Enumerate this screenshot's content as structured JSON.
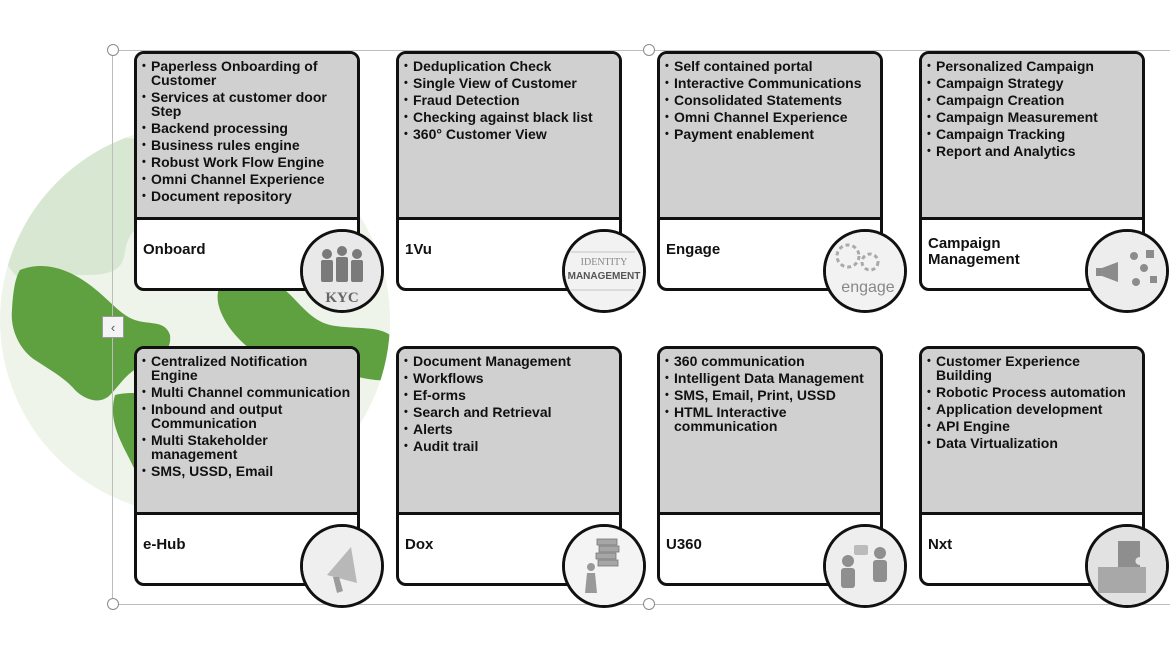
{
  "colors": {
    "card_top_fill": "#d0d0d0",
    "card_border": "#111111",
    "globe_land": "#5fa040",
    "globe_ocean": "#eef4ea"
  },
  "ui": {
    "collapse_icon": "chevron-left-icon",
    "collapse_glyph": "‹"
  },
  "cards": [
    {
      "title": "Onboard",
      "icon": "kyc-icon",
      "icon_text": "KYC",
      "features": [
        "Paperless Onboarding of Customer",
        "Services at customer door Step",
        "Backend processing",
        "Business rules engine",
        "Robust Work Flow Engine",
        "Omni Channel Experience",
        "Document repository"
      ]
    },
    {
      "title": "1Vu",
      "icon": "identity-management-icon",
      "icon_text": "IDENTITY",
      "icon_text2": "MANAGEMENT",
      "features": [
        "Deduplication Check",
        "Single View of Customer",
        "Fraud Detection",
        "Checking against black list",
        "360° Customer View"
      ]
    },
    {
      "title": "Engage",
      "icon": "engage-gears-icon",
      "icon_text": "engage",
      "features": [
        "Self contained portal",
        "Interactive Communications",
        "Consolidated Statements",
        "Omni Channel Experience",
        "Payment enablement"
      ]
    },
    {
      "title": "Campaign Management",
      "icon": "megaphone-campaign-icon",
      "features": [
        "Personalized Campaign",
        "Campaign Strategy",
        "Campaign Creation",
        "Campaign Measurement",
        "Campaign Tracking",
        "Report and Analytics"
      ]
    },
    {
      "title": "e-Hub",
      "icon": "megaphone-icon",
      "features": [
        "Centralized Notification Engine",
        "Multi Channel communication",
        "Inbound and output Communication",
        "Multi Stakeholder management",
        "SMS, USSD, Email"
      ]
    },
    {
      "title": "Dox",
      "icon": "document-stack-icon",
      "features": [
        "Document Management",
        "Workflows",
        "Ef-orms",
        "Search and Retrieval",
        "Alerts",
        "Audit trail"
      ]
    },
    {
      "title": "U360",
      "icon": "communication-people-icon",
      "features": [
        "360 communication",
        "Intelligent Data Management",
        "SMS, Email, Print, USSD",
        "HTML Interactive communication"
      ]
    },
    {
      "title": "Nxt",
      "icon": "puzzle-pieces-icon",
      "features": [
        "Customer Experience Building",
        "Robotic Process automation",
        "Application development",
        "API Engine",
        "Data Virtualization"
      ]
    }
  ]
}
